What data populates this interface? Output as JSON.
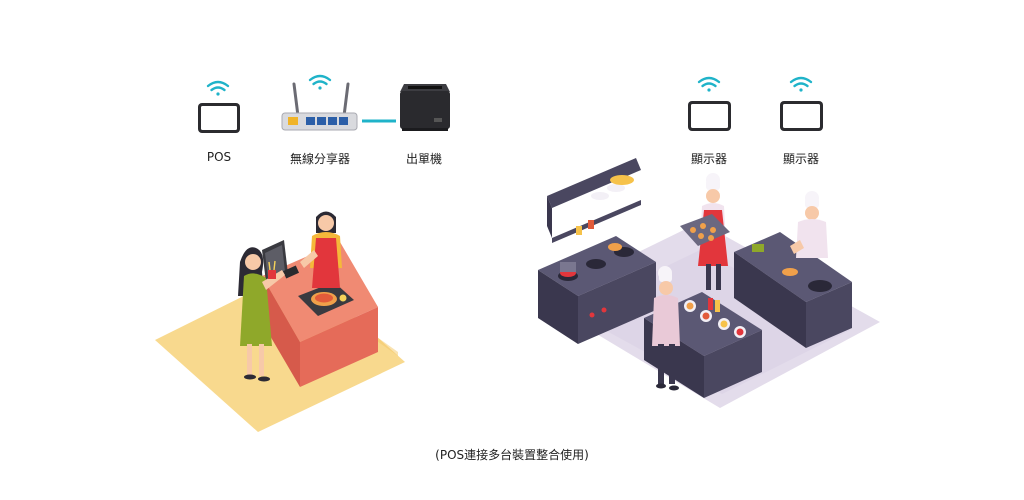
{
  "devices": {
    "pos_label": "POS",
    "router_label": "無線分享器",
    "printer_label": "出單機",
    "display1_label": "顯示器",
    "display2_label": "顯示器"
  },
  "caption": "(POS連接多台裝置整合使用)",
  "colors": {
    "wifi": "#1fb3c9",
    "link": "#1fb3c9",
    "floor_counter": "#f8d98e",
    "counter": "#e86a5a",
    "floor_kitchen": "#e3dceb",
    "kitchen_steel": "#4a4760",
    "apron_red": "#e2363c",
    "cashier_shirt": "#f5b83a",
    "customer_dress": "#8fa82a"
  }
}
